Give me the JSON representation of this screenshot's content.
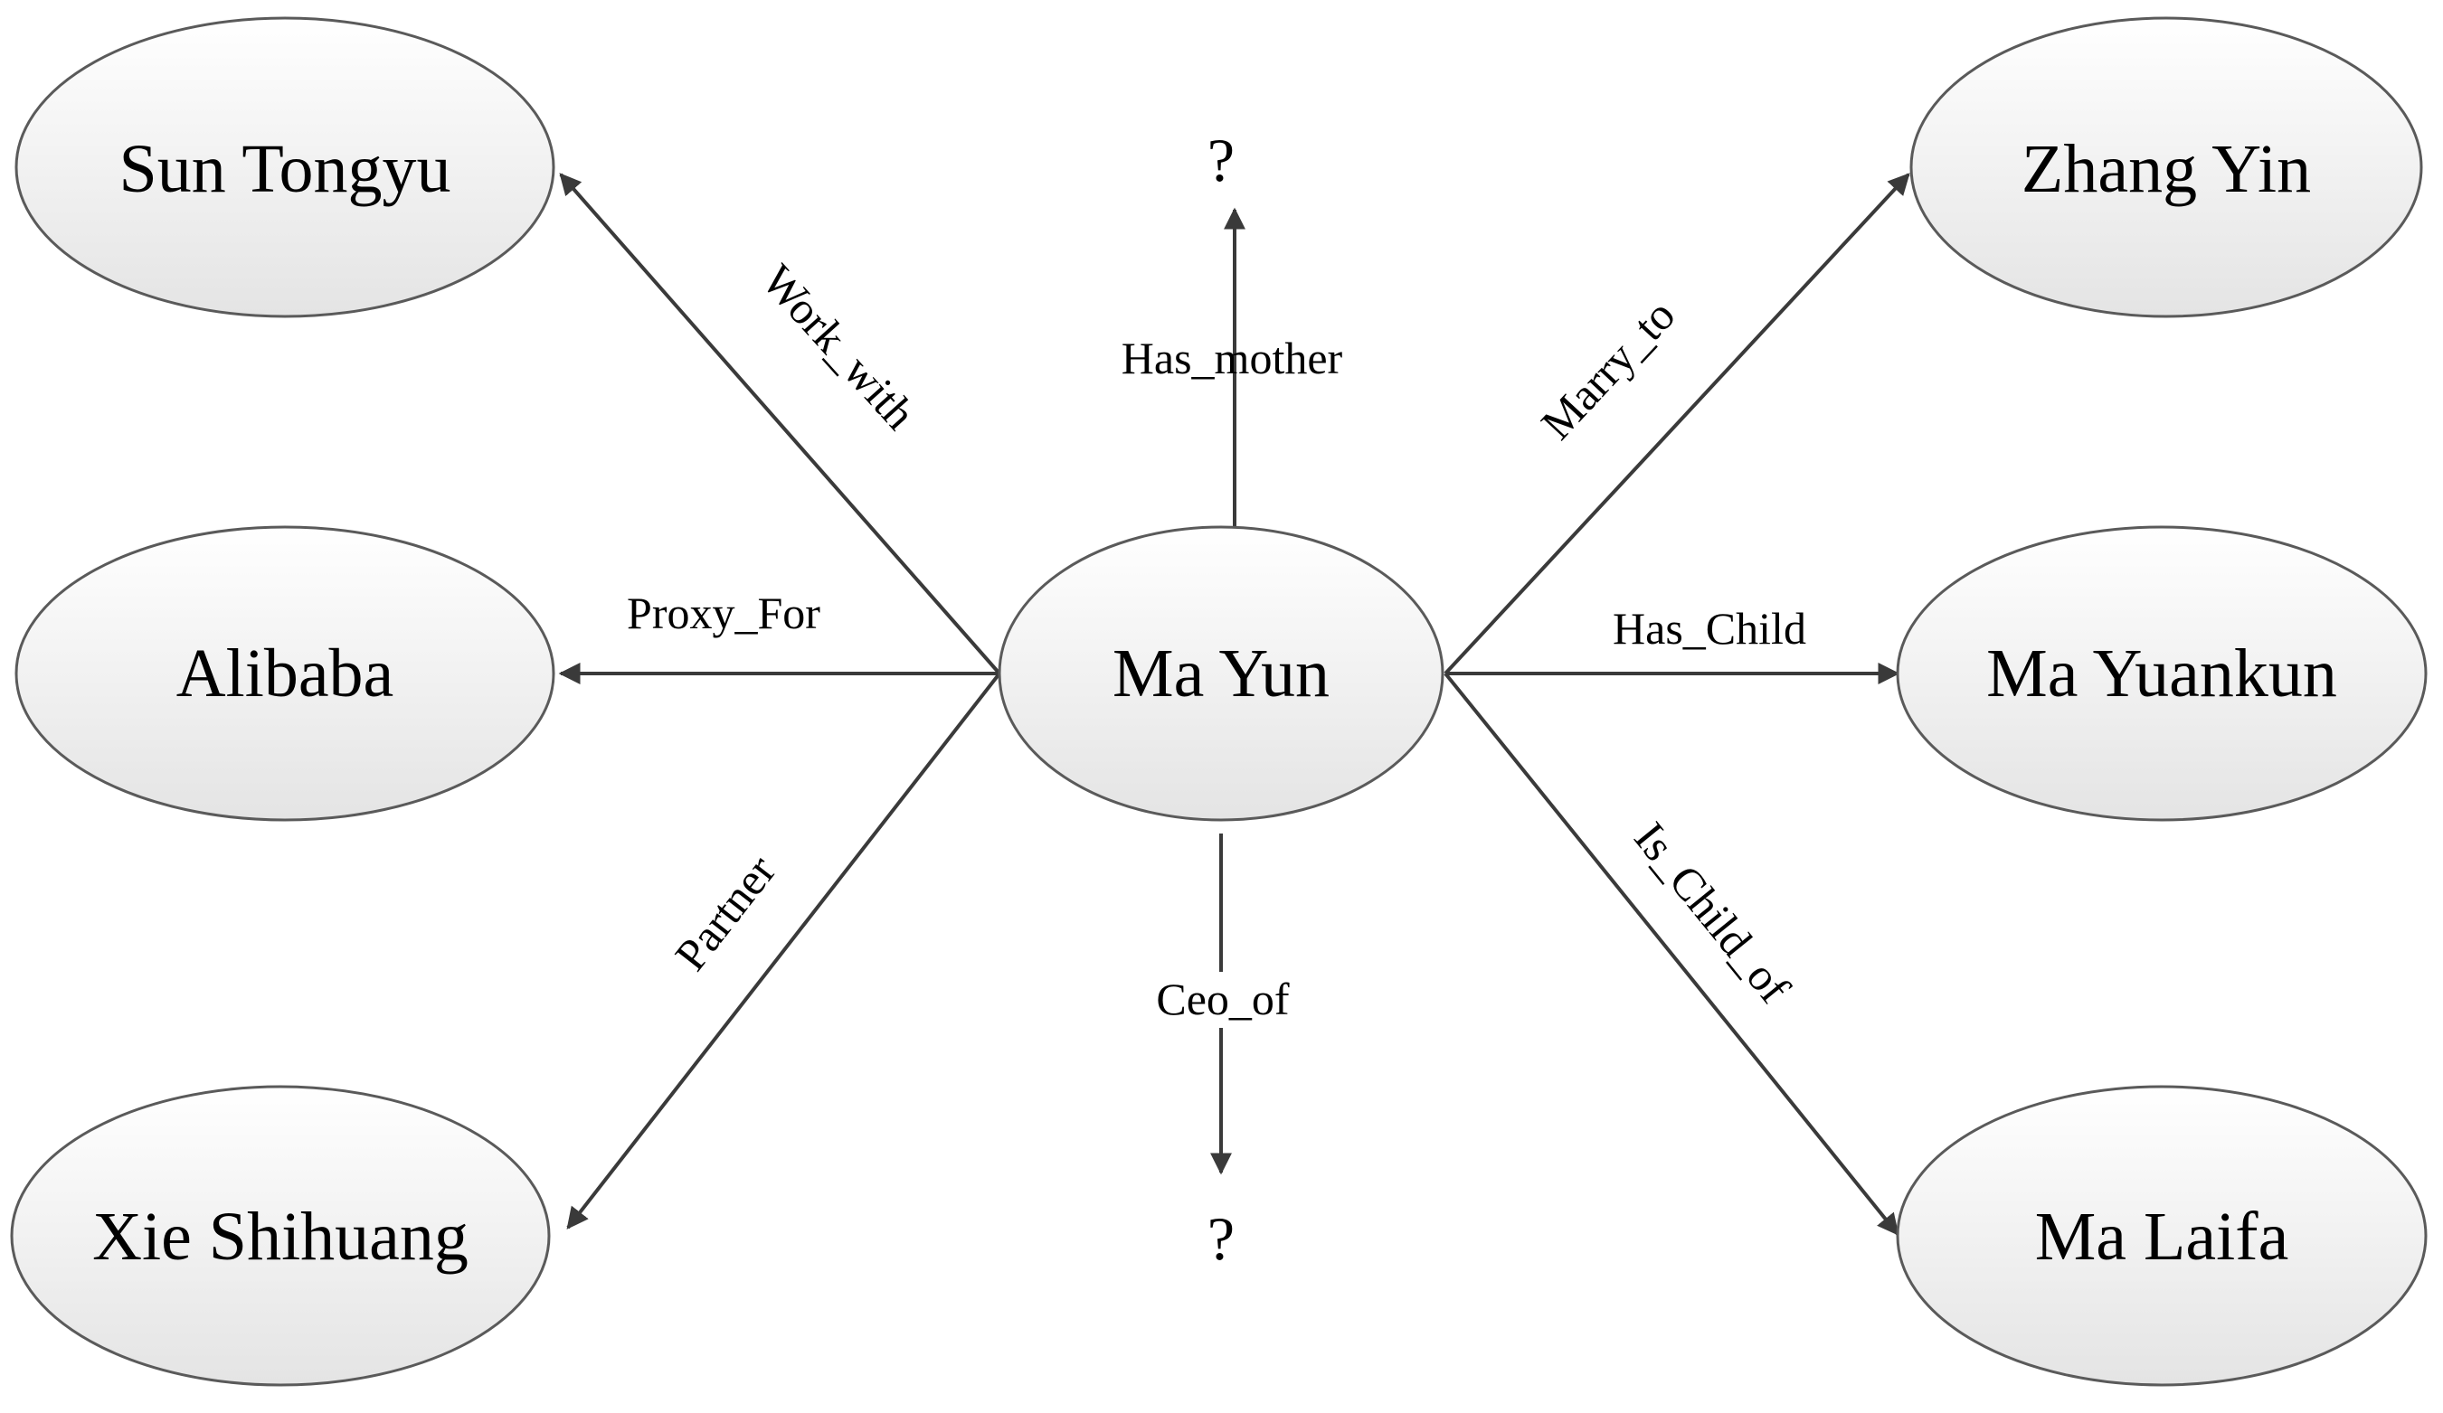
{
  "center": {
    "label": "Ma Yun"
  },
  "nodes": {
    "sun_tongyu": "Sun Tongyu",
    "alibaba": "Alibaba",
    "xie_shihuang": "Xie Shihuang",
    "zhang_yin": "Zhang Yin",
    "ma_yuankun": "Ma Yuankun",
    "ma_laifa": "Ma Laifa",
    "unknown_top": "?",
    "unknown_bottom": "?"
  },
  "edges": {
    "work_with": "Work_with",
    "proxy_for": "Proxy_For",
    "partner": "Partner",
    "has_mother": "Has_mother",
    "ceo_of": "Ceo_of",
    "marry_to": "Marry_to",
    "has_child": "Has_Child",
    "is_child_of": "Is_Child_of"
  },
  "colors": {
    "node_fill_light": "#ffffff",
    "node_fill_dark": "#e4e4e4",
    "node_stroke": "#5a5a5a",
    "edge": "#3a3a3a"
  }
}
